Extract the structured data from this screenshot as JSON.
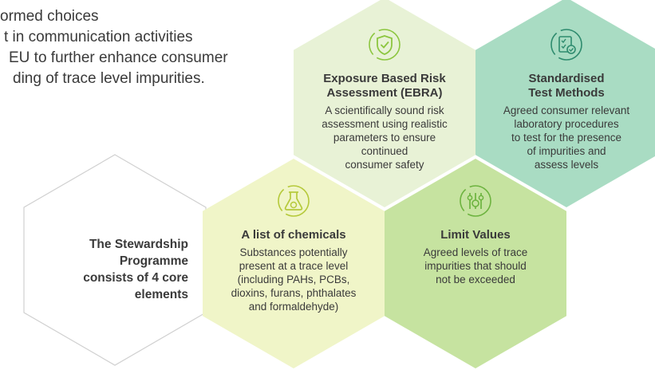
{
  "intro": {
    "lines": [
      "ormed choices",
      "t in communication activities",
      "EU to further enhance consumer",
      "ding of trace level impurities."
    ]
  },
  "core": {
    "text_lines": [
      "The Stewardship",
      "Programme",
      "consists of 4 core",
      "elements"
    ]
  },
  "cards": {
    "ebra": {
      "title_lines": [
        "Exposure Based Risk",
        "Assessment (EBRA)"
      ],
      "desc_lines": [
        "A scientifically sound risk",
        "assessment using realistic",
        "parameters to ensure",
        "continued",
        "consumer safety"
      ],
      "color": "#e8f2d6",
      "icon": "shield-check-icon"
    },
    "methods": {
      "title_lines": [
        "Standardised",
        "Test Methods"
      ],
      "desc_lines": [
        "Agreed consumer relevant",
        "laboratory procedures",
        "to test for the presence",
        "of impurities and",
        "assess levels"
      ],
      "color": "#a9dcc3",
      "icon": "checklist-icon"
    },
    "chemicals": {
      "title_lines": [
        "A list of chemicals"
      ],
      "desc_lines": [
        "Substances potentially",
        "present at a trace level",
        "(including PAHs, PCBs,",
        "dioxins, furans, phthalates",
        "and formaldehyde)"
      ],
      "color": "#f0f5c8",
      "icon": "flask-icon"
    },
    "limits": {
      "title_lines": [
        "Limit Values"
      ],
      "desc_lines": [
        "Agreed levels of trace",
        "impurities that should",
        "not be exceeded"
      ],
      "color": "#c6e3a0",
      "icon": "sliders-icon"
    }
  }
}
